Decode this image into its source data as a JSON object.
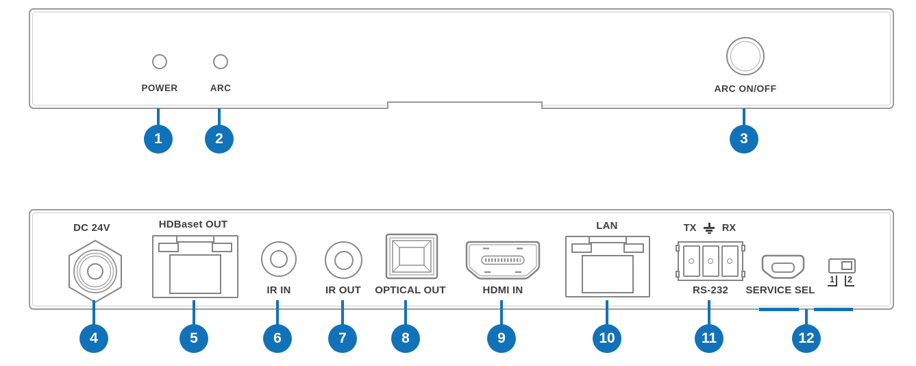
{
  "colors": {
    "accent_blue": "#1272b9",
    "panel_outline": "#9a9a9a",
    "connector_outline": "#848484",
    "label_text": "#3f3f3f"
  },
  "front": {
    "power_led_label": "POWER",
    "arc_led_label": "ARC",
    "arc_button_label": "ARC ON/OFF",
    "callouts": {
      "power_led": "1",
      "arc_led": "2",
      "arc_button": "3"
    }
  },
  "back": {
    "dc_power": {
      "label": "DC 24V",
      "callout": "4"
    },
    "hdbaset_out": {
      "label": "HDBaset OUT",
      "callout": "5"
    },
    "ir_in": {
      "label": "IR IN",
      "callout": "6"
    },
    "ir_out": {
      "label": "IR OUT",
      "callout": "7"
    },
    "optical_out": {
      "label": "OPTICAL OUT",
      "callout": "8"
    },
    "hdmi_in": {
      "label": "HDMI IN",
      "callout": "9"
    },
    "lan": {
      "label": "LAN",
      "callout": "10"
    },
    "rs232": {
      "label": "RS-232",
      "callout": "11",
      "tx_label": "TX",
      "rx_label": "RX"
    },
    "service_sel": {
      "label": "SERVICE SEL",
      "callout": "12"
    },
    "mode_switch": {
      "pos1_label": "1",
      "pos2_label": "2"
    }
  }
}
